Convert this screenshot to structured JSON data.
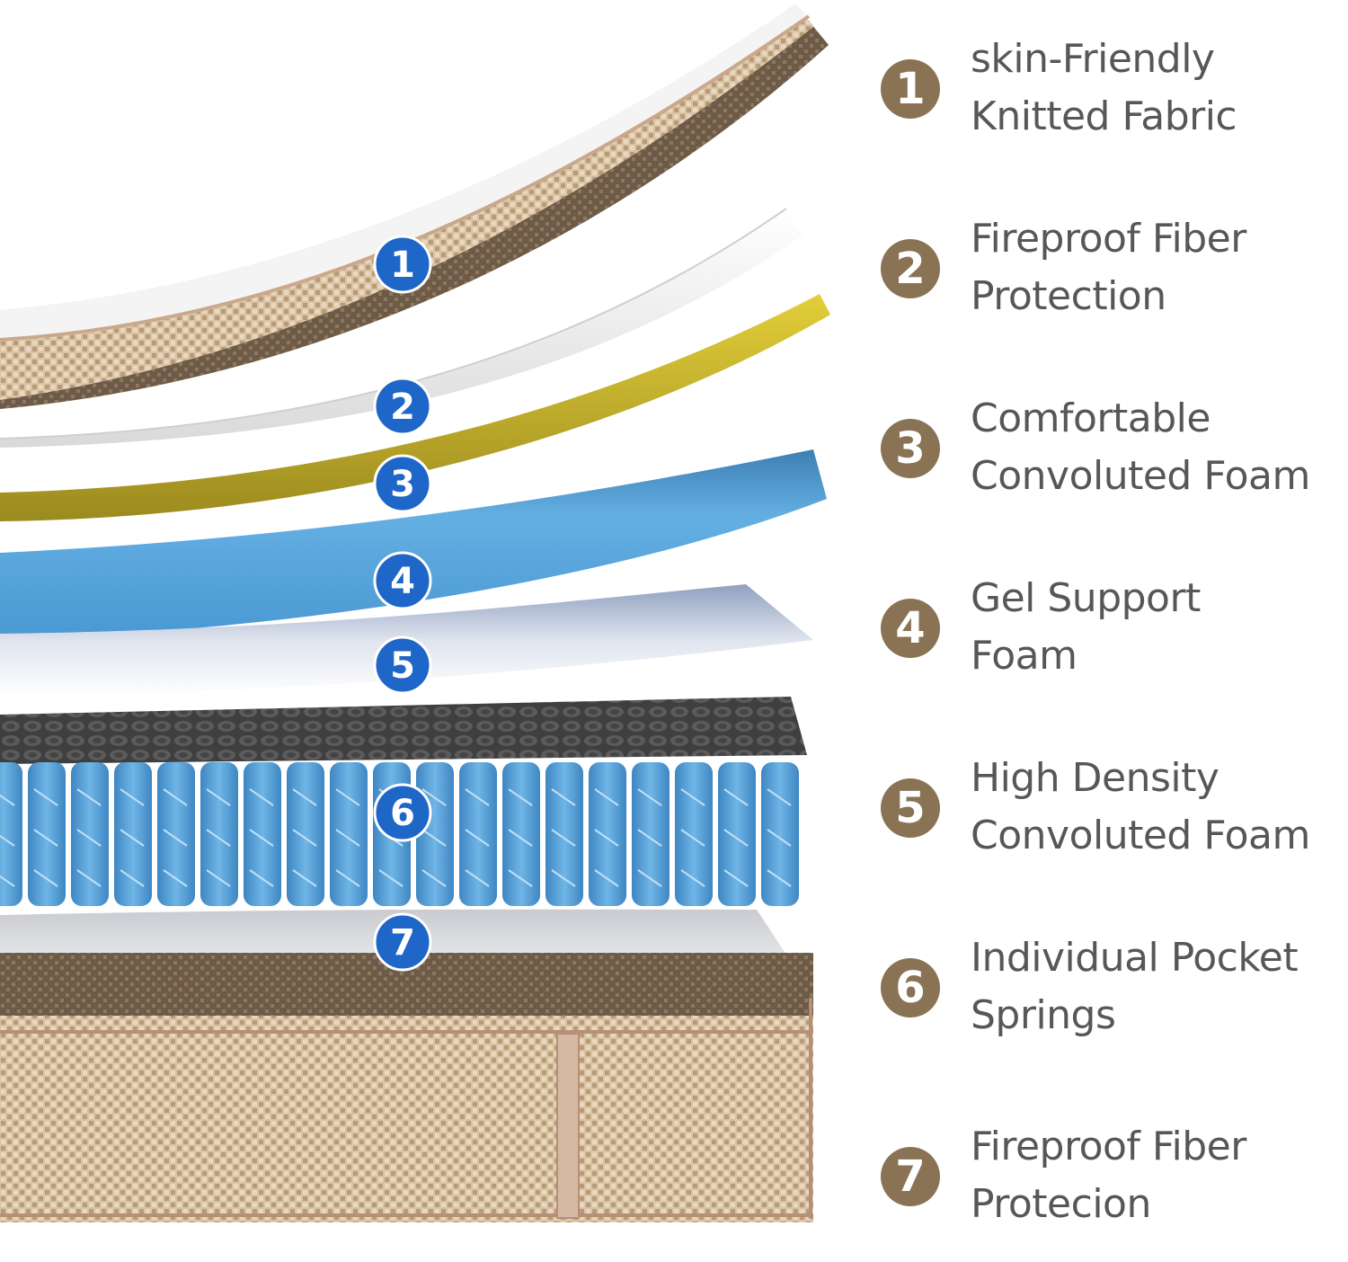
{
  "colors": {
    "legend_badge": "#8a7354",
    "legend_text": "#575757",
    "layer_badge": "#1e66c7",
    "fabric": "#cdb596",
    "fabric_dark": "#6f5c48",
    "white_foam": "#f2f2f2",
    "yellow_foam": "#c9b52c",
    "blue_gel_foam": "#5aa7dc",
    "spring_blue": "#4c97d3",
    "spring_top": "#4a4a4a"
  },
  "layer_badges": [
    "1",
    "2",
    "3",
    "4",
    "5",
    "6",
    "7"
  ],
  "legend": [
    {
      "number": "1",
      "lines": [
        "skin-Friendly",
        "Knitted Fabric"
      ]
    },
    {
      "number": "2",
      "lines": [
        "Fireproof Fiber",
        "Protection"
      ]
    },
    {
      "number": "3",
      "lines": [
        "Comfortable",
        "Convoluted Foam"
      ]
    },
    {
      "number": "4",
      "lines": [
        "Gel Support",
        "Foam"
      ]
    },
    {
      "number": "5",
      "lines": [
        "High Density",
        "Convoluted Foam"
      ]
    },
    {
      "number": "6",
      "lines": [
        "Individual Pocket",
        "Springs"
      ]
    },
    {
      "number": "7",
      "lines": [
        "Fireproof Fiber",
        "Protecion"
      ]
    }
  ]
}
